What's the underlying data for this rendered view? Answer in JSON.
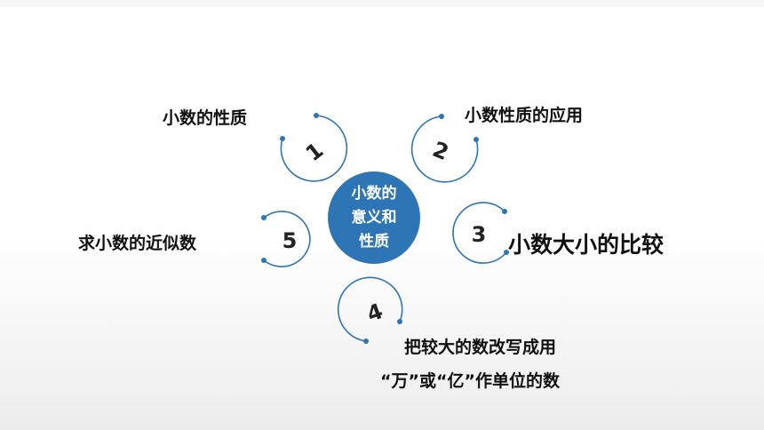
{
  "center": {
    "title": "小数的意义和性质"
  },
  "branches": [
    {
      "number": "1",
      "label": "小数的性质"
    },
    {
      "number": "2",
      "label": "小数性质的应用"
    },
    {
      "number": "3",
      "label": "小数大小的比较"
    },
    {
      "number": "4",
      "label_line1": "把较大的数改写成用",
      "label_line2": "“万”或“亿”作单位的数"
    },
    {
      "number": "5",
      "label": "求小数的近似数"
    }
  ],
  "colors": {
    "accent": "#2e75b6",
    "ring": "#2e75b6"
  }
}
